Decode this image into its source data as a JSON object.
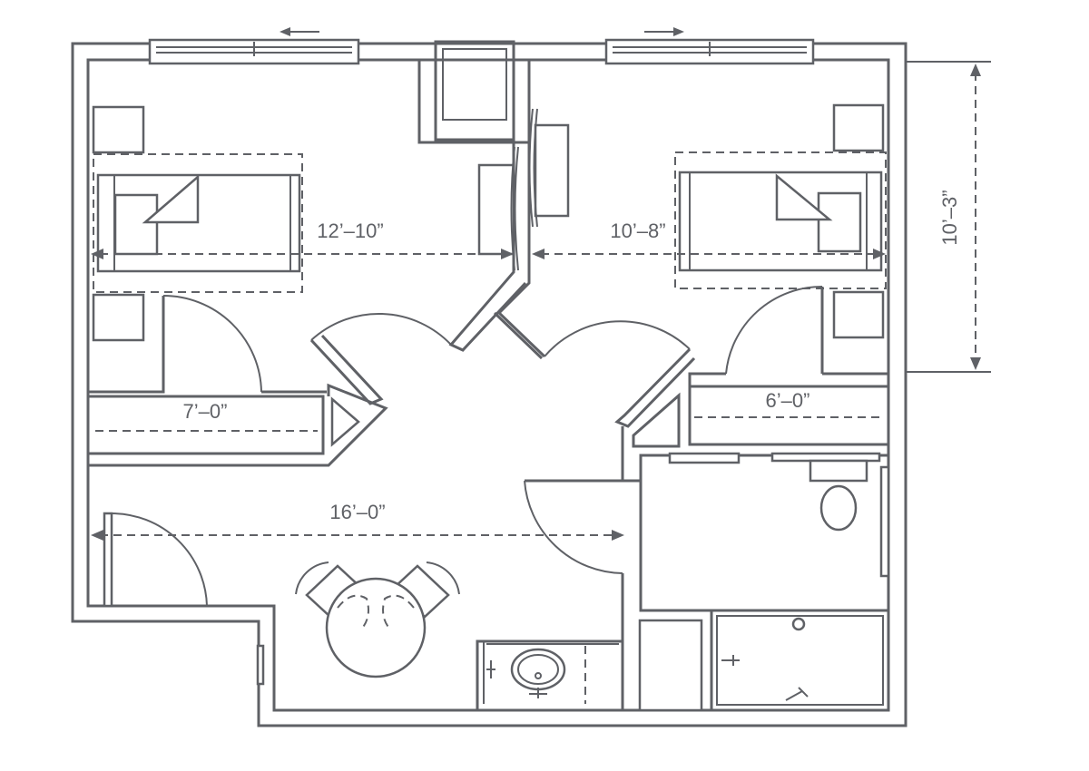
{
  "dimensions": {
    "left_bedroom_width": "12’–10”",
    "right_bedroom_width": "10’–8”",
    "bedroom_depth": "10’–3”",
    "left_closet": "7’–0”",
    "right_closet": "6’–0”",
    "living_width": "16’–0”"
  },
  "colors": {
    "line": "#5f6166",
    "background": "#ffffff"
  }
}
